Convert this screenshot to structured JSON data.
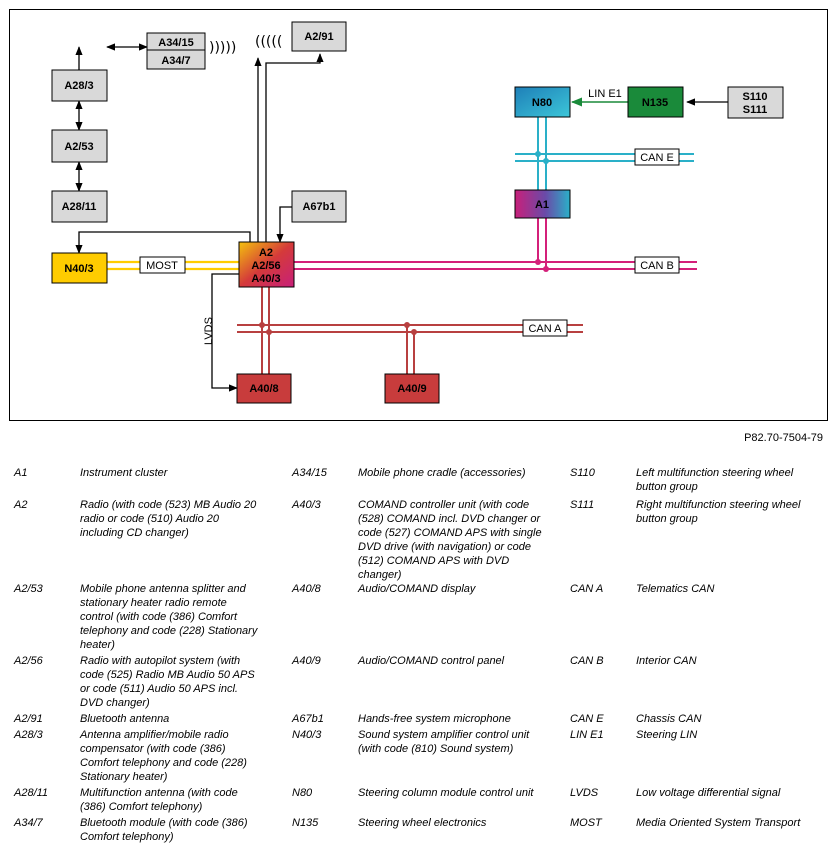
{
  "figure_ref": "P82.70-7504-79",
  "components": {
    "A34_15": "A34/15",
    "A34_7": "A34/7",
    "A2_91": "A2/91",
    "A28_3": "A28/3",
    "A2_53": "A2/53",
    "A28_11": "A28/11",
    "A67b1": "A67b1",
    "N40_3": "N40/3",
    "A2_stack": [
      "A2",
      "A2/56",
      "A40/3"
    ],
    "A40_8": "A40/8",
    "A40_9": "A40/9",
    "N80": "N80",
    "N135": "N135",
    "S110_stack": [
      "S110",
      "S111"
    ],
    "A1": "A1"
  },
  "bus_labels": {
    "lin_e1": "LIN E1",
    "can_e": "CAN E",
    "can_b": "CAN B",
    "can_a": "CAN A",
    "most": "MOST",
    "lvds": "LVDS"
  },
  "colors": {
    "box_grey": "#d9d9d9",
    "yellow": "#ffcc00",
    "green": "#1a8a3a",
    "cyan": "#2ab0c8",
    "magenta": "#d4207a",
    "brownred": "#b84040",
    "red_box": "#c83c3c"
  },
  "legend": [
    [
      {
        "code": "A1",
        "desc": "Instrument cluster"
      },
      {
        "code": "A34/15",
        "desc": "Mobile phone cradle (accessories)"
      },
      {
        "code": "S110",
        "desc": "Left multifunction steering wheel button group"
      }
    ],
    [
      {
        "code": "A2",
        "desc": "Radio (with code (523) MB Audio 20 radio or code (510) Audio 20 including CD changer)"
      },
      {
        "code": "A40/3",
        "desc": "COMAND controller unit (with code (528) COMAND incl. DVD changer or code (527) COMAND APS with single DVD drive (with navigation) or code (512) COMAND APS with DVD changer)"
      },
      {
        "code": "S111",
        "desc": "Right multifunction steering wheel button group"
      }
    ],
    [
      {
        "code": "A2/53",
        "desc": "Mobile phone antenna splitter and stationary heater radio remote control (with code (386) Comfort telephony and code (228) Stationary heater)"
      },
      {
        "code": "A40/8",
        "desc": "Audio/COMAND display"
      },
      {
        "code": "CAN A",
        "desc": "Telematics CAN"
      }
    ],
    [
      {
        "code": "A2/56",
        "desc": "Radio with autopilot system (with code (525) Radio MB Audio 50 APS or code (511) Audio 50 APS incl. DVD changer)"
      },
      {
        "code": "A40/9",
        "desc": "Audio/COMAND control panel"
      },
      {
        "code": "CAN B",
        "desc": "Interior CAN"
      }
    ],
    [
      {
        "code": "A2/91",
        "desc": "Bluetooth antenna"
      },
      {
        "code": "A67b1",
        "desc": "Hands-free system microphone"
      },
      {
        "code": "CAN E",
        "desc": "Chassis CAN"
      }
    ],
    [
      {
        "code": "A28/3",
        "desc": "Antenna amplifier/mobile radio compensator (with code (386) Comfort telephony and code (228) Stationary heater)"
      },
      {
        "code": "N40/3",
        "desc": "Sound system amplifier control unit (with code (810) Sound system)"
      },
      {
        "code": "LIN E1",
        "desc": "Steering LIN"
      }
    ],
    [
      {
        "code": "A28/11",
        "desc": "Multifunction antenna (with code (386) Comfort telephony)"
      },
      {
        "code": "N80",
        "desc": "Steering column module control unit"
      },
      {
        "code": "LVDS",
        "desc": "Low voltage differential signal"
      }
    ],
    [
      {
        "code": "A34/7",
        "desc": "Bluetooth module (with code (386) Comfort telephony)"
      },
      {
        "code": "N135",
        "desc": "Steering wheel electronics"
      },
      {
        "code": "MOST",
        "desc": "Media Oriented System Transport"
      }
    ]
  ]
}
